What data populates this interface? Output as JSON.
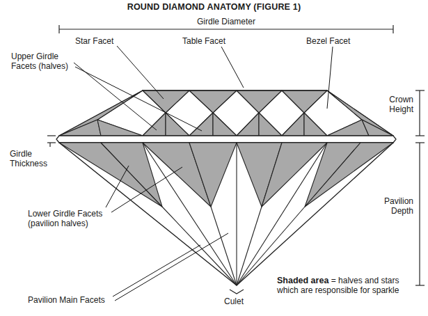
{
  "diagram": {
    "title": "ROUND DIAMOND ANATOMY (FIGURE 1)",
    "labels": [
      "Girdle Diameter",
      "Star Facet",
      "Table Facet",
      "Bezel Facet",
      "Upper Girdle Facets (halves)",
      "Crown Height",
      "Girdle Thickness",
      "Pavilion Depth",
      "Lower Girdle Facets (pavilion halves)",
      "Pavilion Main Facets",
      "Culet",
      "Shaded area",
      "= halves and stars which are responsible for sparkle"
    ]
  }
}
